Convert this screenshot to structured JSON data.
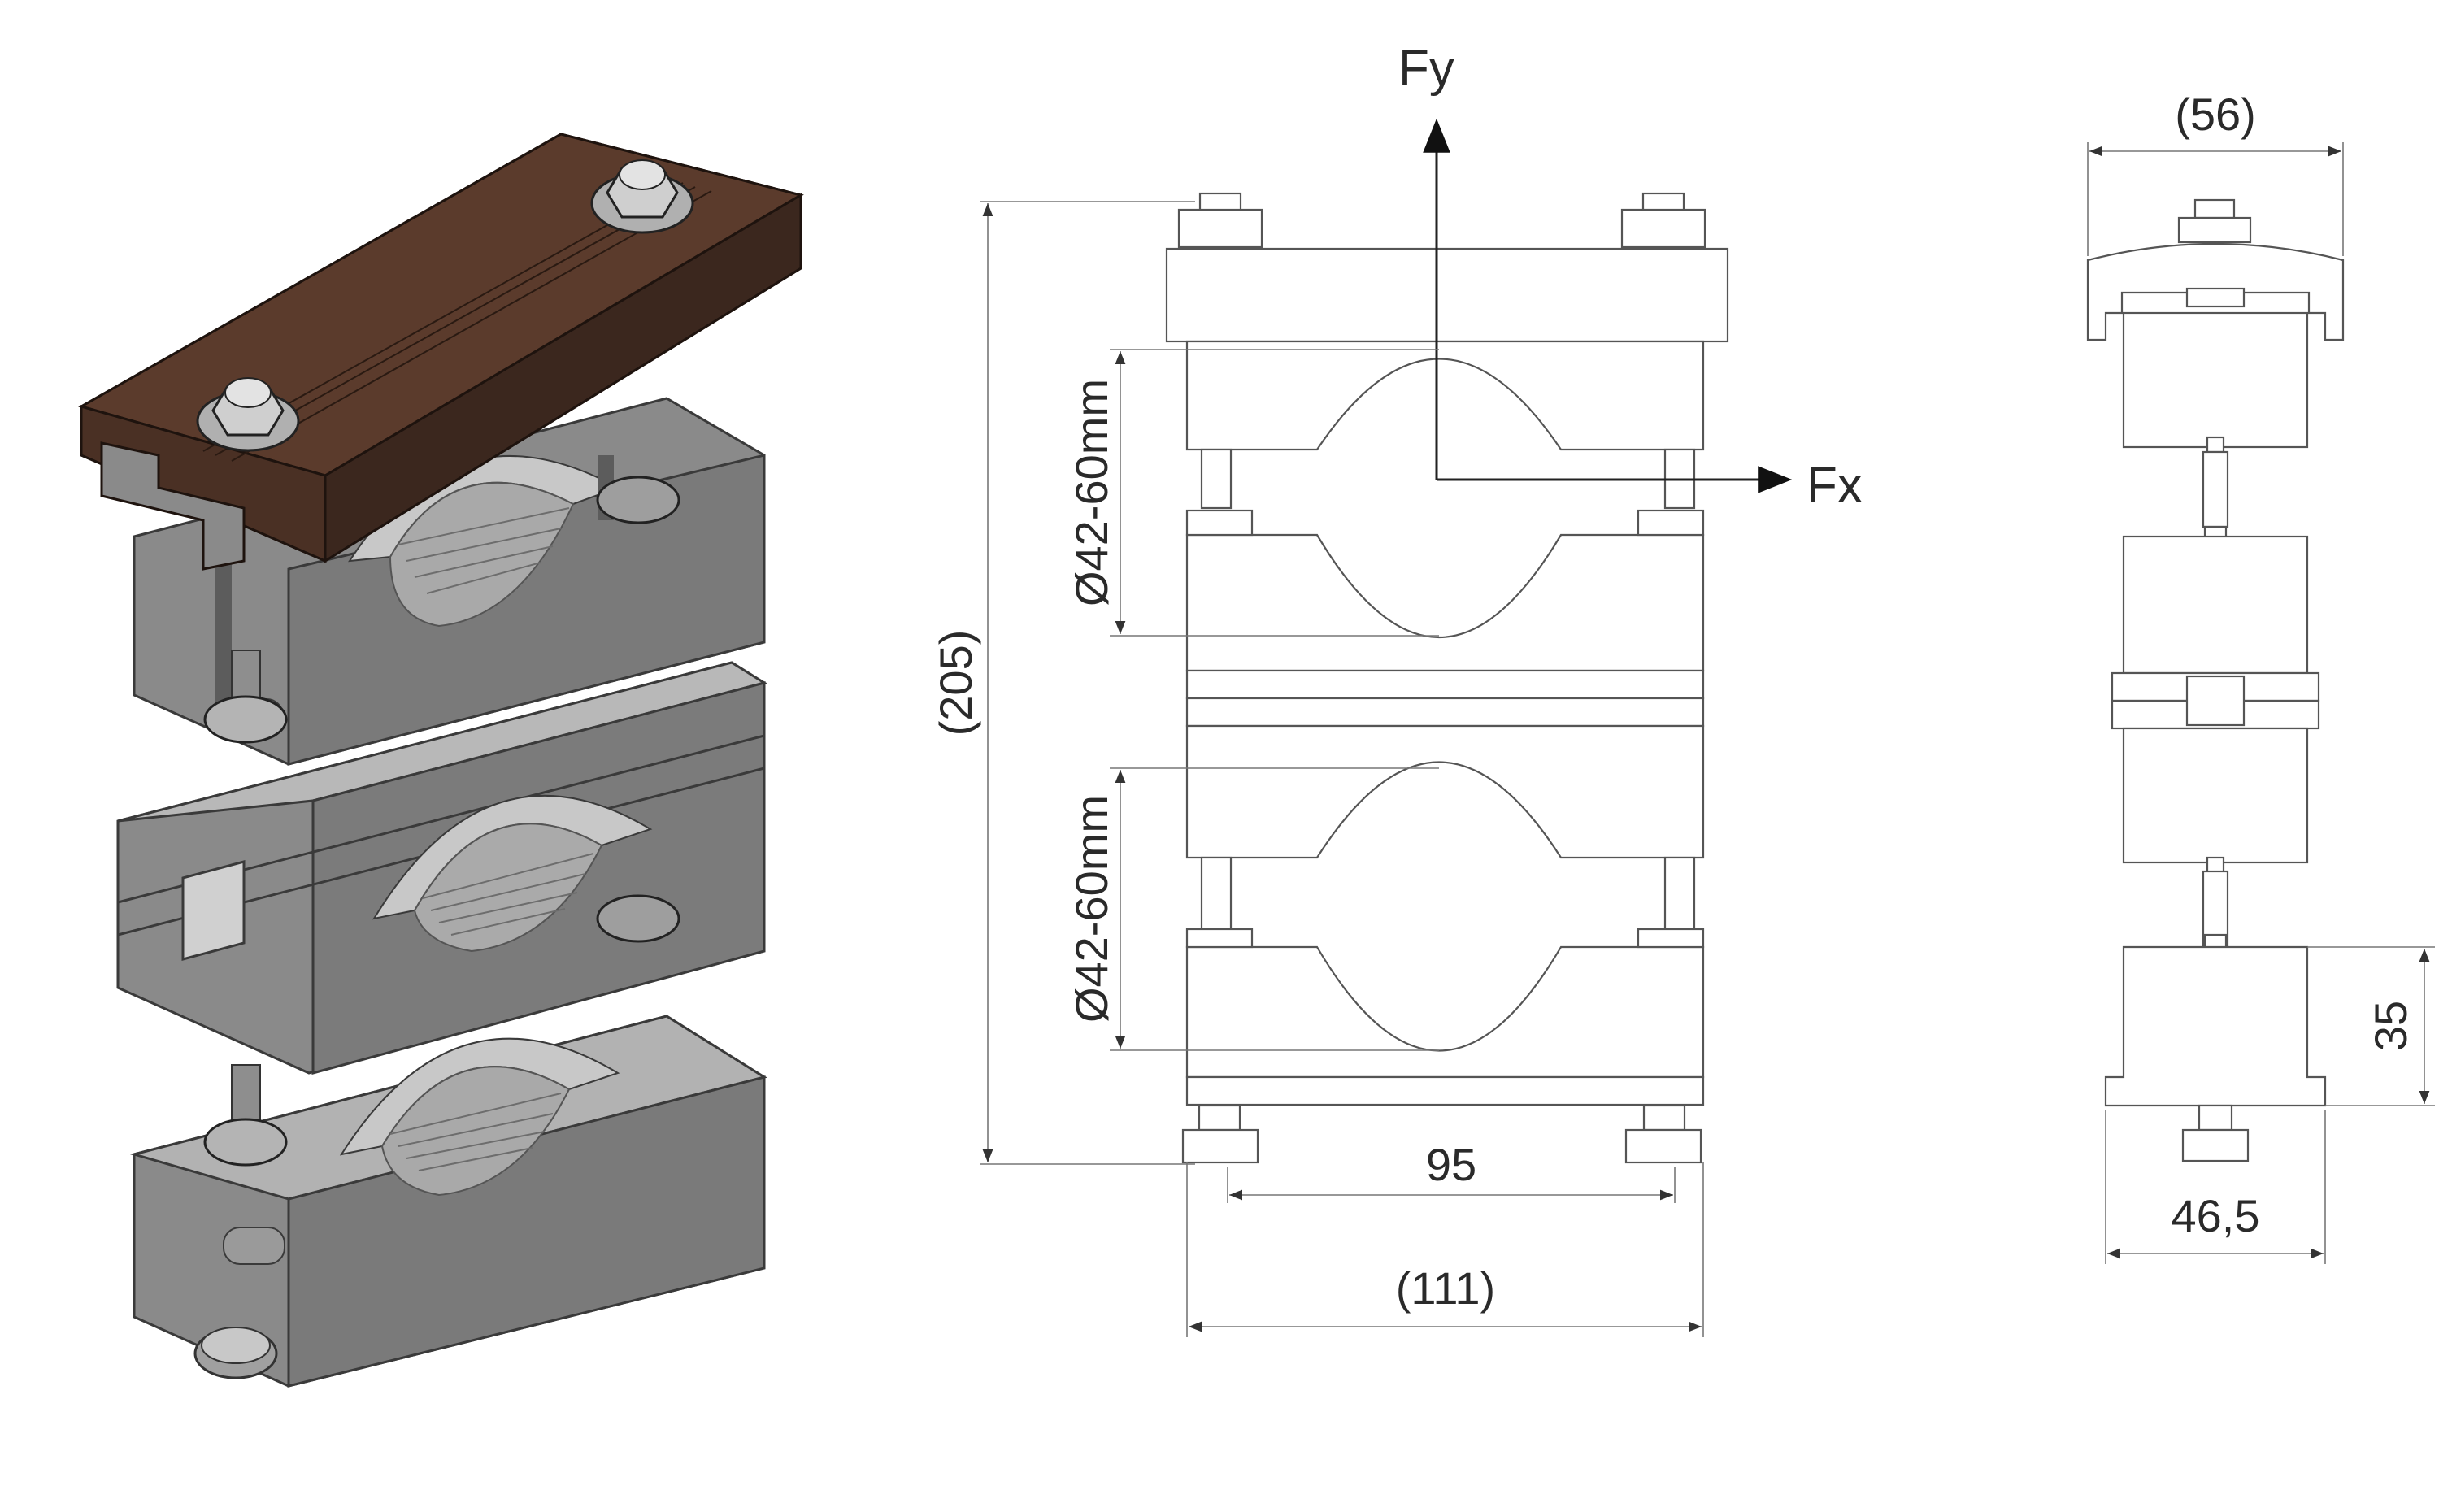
{
  "axes": {
    "fy_label": "Fy",
    "fx_label": "Fx"
  },
  "front_view": {
    "height_overall": "(205)",
    "upper_clamp_range": "Ø42-60mm",
    "lower_clamp_range": "Ø42-60mm",
    "bolt_spacing": "95",
    "width_overall": "(111)"
  },
  "side_view": {
    "top_width": "(56)",
    "clamp_height": "35",
    "bottom_width": "46,5"
  },
  "colors": {
    "rail_brown": "#4a3024",
    "clamp_grey": "#8e8e8e",
    "clamp_grey_light": "#b4b4b4",
    "clamp_grey_dark": "#6b6b6b",
    "line": "#4a4a4a"
  }
}
